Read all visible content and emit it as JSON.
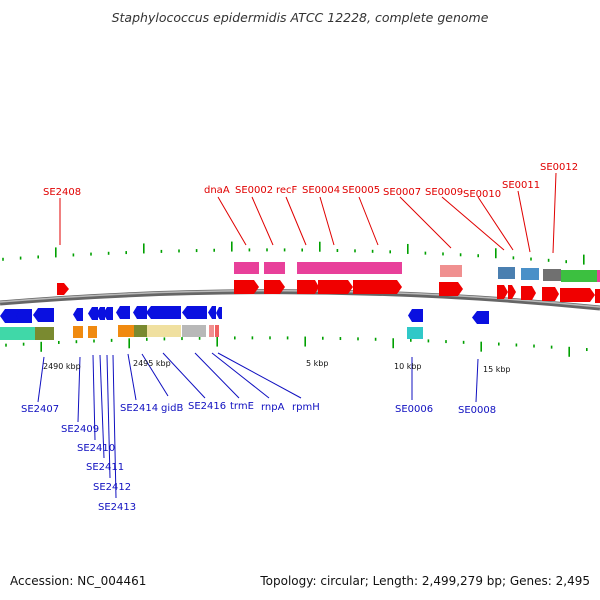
{
  "title": "Staphylococcus epidermidis ATCC 12228, complete genome",
  "footer": {
    "accession": "Accession: NC_004461",
    "summary": "Topology: circular; Length: 2,499,279 bp; Genes: 2,495"
  },
  "colors": {
    "forward_label": "#e00000",
    "reverse_label": "#1010c0",
    "backbone": "#808080",
    "tick": "#00a000"
  },
  "ruler_labels": [
    "2490 kbp",
    "2495 kbp",
    "5 kbp",
    "10 kbp",
    "15 kbp"
  ],
  "forward_labels": [
    "SE2408",
    "dnaA",
    "SE0002",
    "recF",
    "SE0004",
    "SE0005",
    "SE0007",
    "SE0009",
    "SE0010",
    "SE0011",
    "SE0012"
  ],
  "reverse_labels": [
    "SE2407",
    "SE2409",
    "SE2410",
    "SE2411",
    "SE2412",
    "SE2413",
    "SE2414",
    "gidB",
    "SE2416",
    "trmE",
    "rnpA",
    "rpmH",
    "SE0006",
    "SE0008"
  ]
}
